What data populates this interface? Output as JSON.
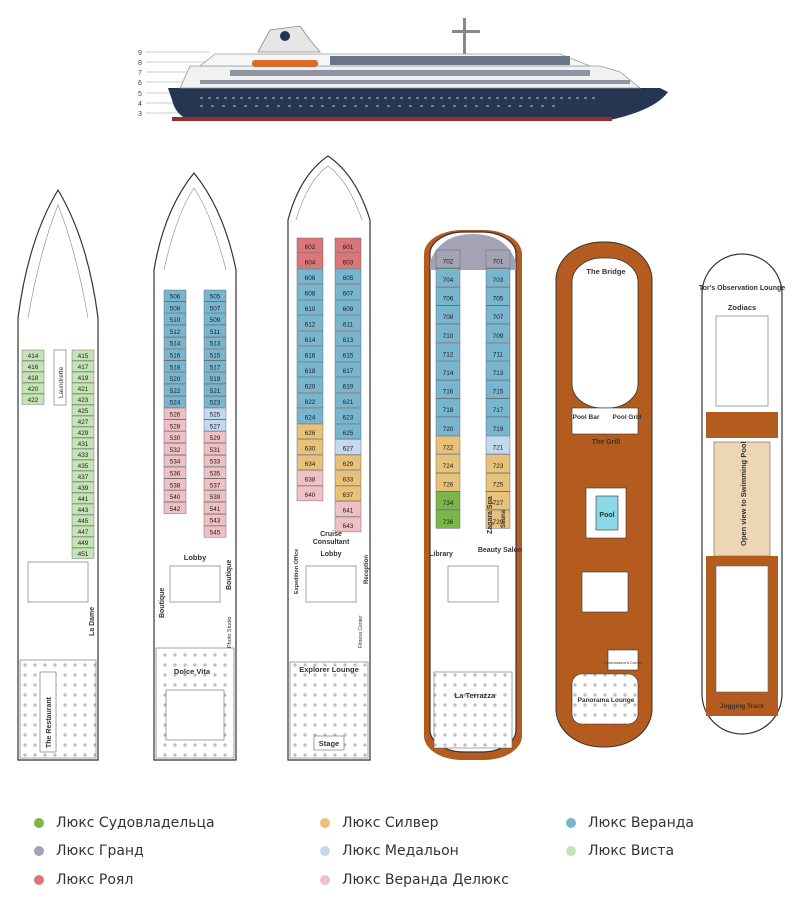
{
  "side_view": {
    "deck_numbers": [
      "9",
      "8",
      "7",
      "6",
      "5",
      "4",
      "3"
    ]
  },
  "colors": {
    "owner": "#7ab648",
    "grand": "#a3a3b5",
    "royal": "#d9767a",
    "silver": "#e8c27a",
    "medallion": "#c4d8f0",
    "veranda_deluxe": "#efc0c4",
    "veranda": "#78b6cf",
    "vista": "#c4e4b4",
    "teak": "#b45b1f",
    "hull": "#253552"
  },
  "deck4": {
    "labels": {
      "laundry": "Laundrette",
      "restaurant": "The Restaurant",
      "ladame": "La Dame"
    },
    "cabins_left": [
      "414",
      "416",
      "418",
      "420",
      "422"
    ],
    "cabins_right": [
      "415",
      "417",
      "419",
      "421",
      "423",
      "425",
      "427",
      "429",
      "431",
      "433",
      "435",
      "437",
      "439",
      "441",
      "443",
      "445",
      "447",
      "449",
      "451"
    ]
  },
  "deck5": {
    "labels": {
      "lobby": "Lobby",
      "boutique_left": "Boutique",
      "boutique_right": "Boutique",
      "photo": "Photo Studio",
      "dolce": "Dolce Vita"
    },
    "cabins_left": [
      "506",
      "508",
      "510",
      "512",
      "514",
      "516",
      "518",
      "520",
      "522",
      "524",
      "526",
      "528",
      "530",
      "532",
      "534",
      "536",
      "538",
      "540",
      "542"
    ],
    "cabins_right": [
      "505",
      "507",
      "509",
      "511",
      "513",
      "515",
      "517",
      "519",
      "521",
      "523",
      "525",
      "527",
      "529",
      "531",
      "533",
      "535",
      "537",
      "539",
      "541",
      "543",
      "545"
    ]
  },
  "deck6": {
    "labels": {
      "cruise": "Cruise",
      "consultant": "Consultant",
      "lobby": "Lobby",
      "expedition": "Expedition Office",
      "reception": "Reception",
      "fitness": "Fitness Center",
      "explorer": "Explorer Lounge",
      "stage": "Stage"
    },
    "cabins_left": [
      "602",
      "604",
      "606",
      "608",
      "610",
      "612",
      "614",
      "616",
      "618",
      "620",
      "622",
      "624",
      "626",
      "630",
      "634",
      "638",
      "640"
    ],
    "cabins_right": [
      "601",
      "603",
      "605",
      "607",
      "609",
      "611",
      "613",
      "615",
      "617",
      "619",
      "621",
      "623",
      "625",
      "627",
      "629",
      "633",
      "637",
      "641",
      "643"
    ]
  },
  "deck7": {
    "labels": {
      "library": "Library",
      "spa": "Zagara Spa",
      "sauna": "Sauna",
      "beauty": "Beauty Salon",
      "terrazza": "La Terrazza"
    },
    "cabins_left": [
      "702",
      "704",
      "706",
      "708",
      "710",
      "712",
      "714",
      "716",
      "718",
      "720",
      "722",
      "724",
      "726",
      "734",
      "736"
    ],
    "cabins_right": [
      "701",
      "703",
      "705",
      "707",
      "709",
      "711",
      "713",
      "715",
      "717",
      "719",
      "721",
      "723",
      "725",
      "727",
      "729"
    ]
  },
  "deck8": {
    "labels": {
      "bridge": "The Bridge",
      "poolbar": "Pool Bar",
      "poolgrill": "Pool Grill",
      "grill": "The Grill",
      "pool": "Pool",
      "connoisseur": "Connoisseur's Corner",
      "panorama": "Panorama Lounge"
    }
  },
  "deck9": {
    "labels": {
      "observation": "Tor's Observation Lounge",
      "zodiacs": "Zodiacs",
      "openview": "Open view to Swimming Pool",
      "jogging": "Jogging Track"
    }
  },
  "legend": [
    {
      "label": "Люкс Судовладельца",
      "color": "#7ab648"
    },
    {
      "label": "Люкс Силвер",
      "color": "#e8c27a"
    },
    {
      "label": "Люкс Веранда",
      "color": "#78b6cf"
    },
    {
      "label": "Люкс Гранд",
      "color": "#a3a3b5"
    },
    {
      "label": "Люкс Медальон",
      "color": "#c4d8f0"
    },
    {
      "label": "Люкс Виста",
      "color": "#c4e4b4"
    },
    {
      "label": "Люкс Роял",
      "color": "#d9767a"
    },
    {
      "label": "Люкс Веранда Делюкс",
      "color": "#efc0c4"
    }
  ]
}
